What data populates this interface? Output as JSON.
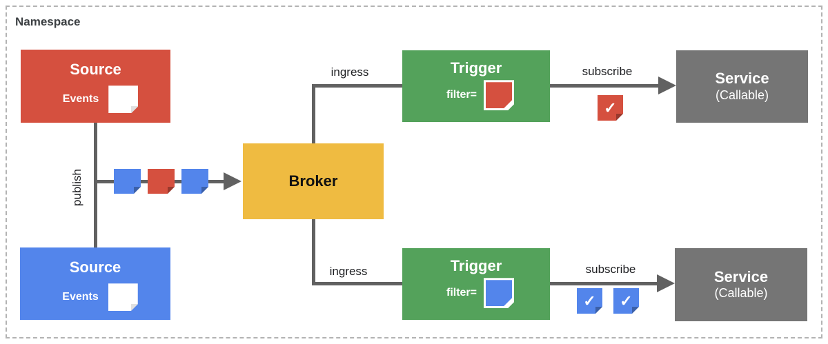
{
  "namespace": {
    "label": "Namespace"
  },
  "colors": {
    "red": "#D5503F",
    "blue": "#5385EB",
    "green": "#54A25B",
    "yellow": "#EFBB41",
    "gray": "#757575",
    "line": "#616161",
    "frame": "#B3B3B3"
  },
  "nodes": {
    "source_top": {
      "title": "Source",
      "events_label": "Events",
      "color": "red",
      "icon": "event-document-icon"
    },
    "source_bottom": {
      "title": "Source",
      "events_label": "Events",
      "color": "blue",
      "icon": "event-document-icon"
    },
    "broker": {
      "title": "Broker",
      "color": "yellow"
    },
    "trigger_top": {
      "title": "Trigger",
      "filter_label": "filter=",
      "filter_event_color": "red"
    },
    "trigger_bottom": {
      "title": "Trigger",
      "filter_label": "filter=",
      "filter_event_color": "blue"
    },
    "service_top": {
      "title": "Service",
      "subtitle": "(Callable)",
      "color": "gray"
    },
    "service_bottom": {
      "title": "Service",
      "subtitle": "(Callable)",
      "color": "gray"
    }
  },
  "edges": {
    "publish": {
      "label": "publish"
    },
    "ingress_top": {
      "label": "ingress"
    },
    "ingress_bottom": {
      "label": "ingress"
    },
    "subscribe_top": {
      "label": "subscribe"
    },
    "subscribe_bottom": {
      "label": "subscribe"
    }
  },
  "wire_events": {
    "colors": [
      "blue",
      "red",
      "blue"
    ]
  },
  "delivered_events": {
    "check_glyph": "✓",
    "top": [
      "red"
    ],
    "bottom": [
      "blue",
      "blue"
    ]
  }
}
